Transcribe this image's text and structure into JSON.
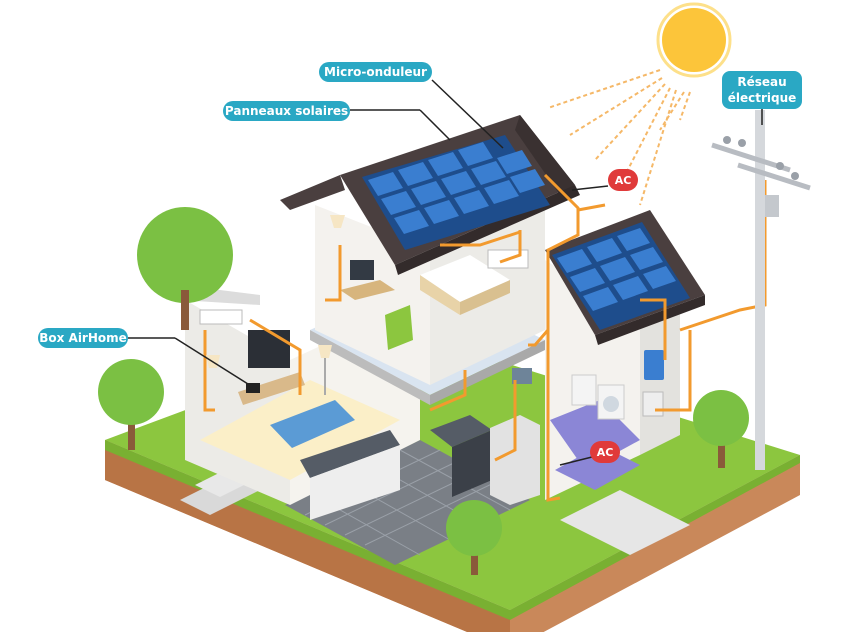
{
  "labels": {
    "micro_onduleur": "Micro-onduleur",
    "panneaux_solaires": "Panneaux solaires",
    "reseau_line1": "Réseau",
    "reseau_line2": "électrique",
    "box_airhome": "Box AirHome",
    "ac_top": "AC",
    "ac_bottom": "AC"
  },
  "colors": {
    "label_teal": "#2aa8c4",
    "label_red": "#e03a3a",
    "wire_orange": "#f29a2e",
    "sun_yellow": "#fcc53a",
    "roof_dark": "#4a3f3f",
    "panel_blue": "#2f6fc0",
    "grass_green": "#8cc63f",
    "soil_brown": "#c9885a"
  }
}
